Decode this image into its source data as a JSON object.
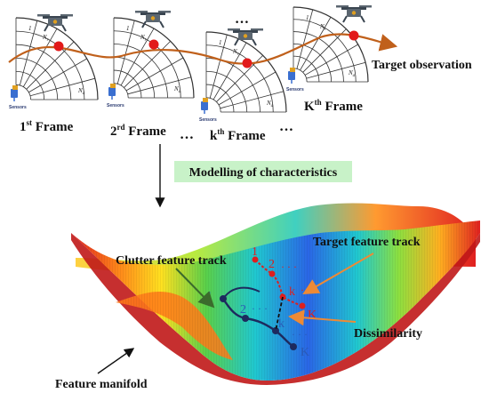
{
  "frames": [
    {
      "label_pre": "1",
      "label_sup": "st",
      "label_post": " Frame",
      "sensor": "Sensors"
    },
    {
      "label_pre": "2",
      "label_sup": "rd",
      "label_post": " Frame",
      "sensor": "Sensors"
    },
    {
      "label_pre": "k",
      "label_sup": "th",
      "label_post": " Frame",
      "sensor": "Sensors"
    },
    {
      "label_pre": "K",
      "label_sup": "th",
      "label_post": " Frame",
      "sensor": "Sensors"
    }
  ],
  "polar_labels": {
    "a": "1",
    "b": "N",
    "b_sub": "r",
    "c": "N",
    "c_sub": "a"
  },
  "ellipsis": "…",
  "target_observation": "Target observation",
  "modelling_box": "Modelling of characteristics",
  "target_feature_track": "Target feature track",
  "clutter_feature_track": "Clutter feature track",
  "dissimilarity": "Dissimilarity",
  "feature_manifold": "Feature manifold",
  "target_track_labels": [
    "1",
    "2",
    "k",
    "K"
  ],
  "clutter_track_labels": [
    "1",
    "2",
    "k",
    "K"
  ],
  "track_dots": "· · ·",
  "colors": {
    "trajectory": "#c0601b",
    "target_track": "#dd1f1f",
    "clutter_track": "#1d2a5e",
    "clutter_label": "#2a5bb8",
    "box_fill": "#c8f2c8",
    "arrow_orange": "#ee8a35",
    "arrow_green": "#3b6b2c",
    "drone_body": "#5b6670",
    "drone_accent": "#e0a020"
  }
}
